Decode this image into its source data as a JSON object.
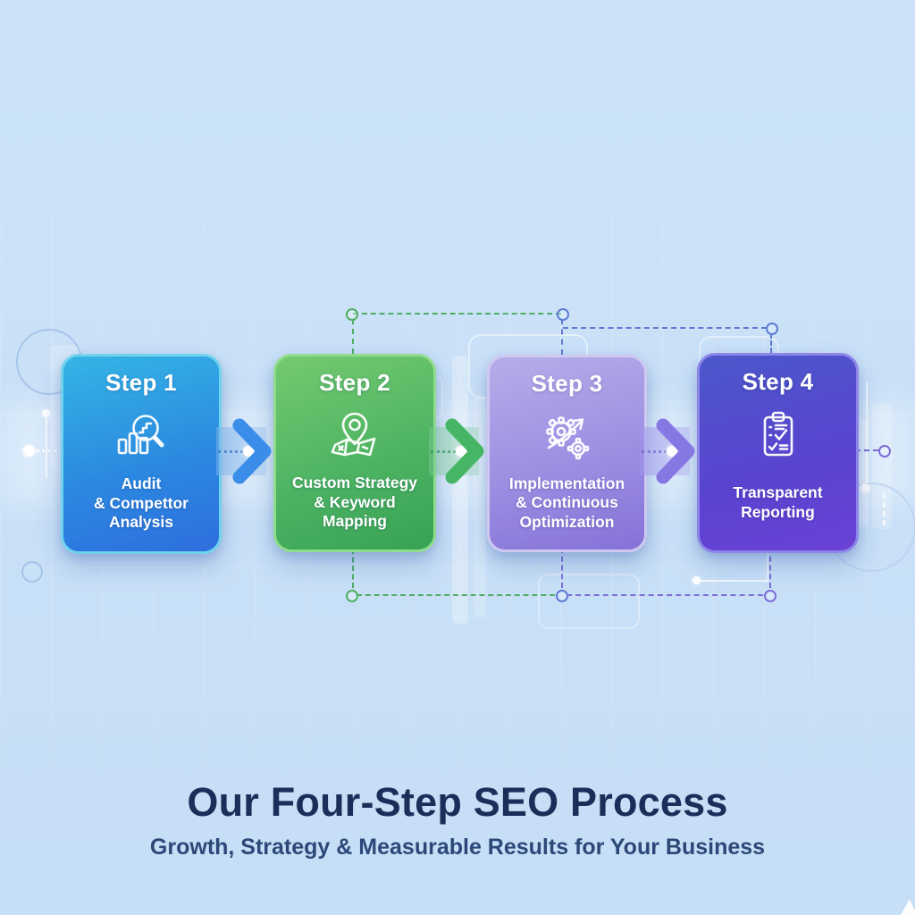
{
  "page": {
    "background_color": "#c9e0f7",
    "heading": "Our Four-Step SEO Process",
    "subheading": "Growth, Strategy & Measurable Results for Your Business",
    "heading_color": "#1b2e5a",
    "subheading_color": "#2b4878"
  },
  "steps": [
    {
      "label": "Step 1",
      "description": "Audit\n& Compettor\nAnalysis",
      "icon": "magnifier-bar-chart-icon",
      "card_color_top": "#35b4e5",
      "card_color_bottom": "#2f6ede",
      "border_color": "#6fd3ee"
    },
    {
      "label": "Step 2",
      "description": "Custom Strategy\n& Keyword\nMapping",
      "icon": "map-pin-icon",
      "card_color_top": "#74ca70",
      "card_color_bottom": "#37a254",
      "border_color": "#90dc8d"
    },
    {
      "label": "Step 3",
      "description": "Implementation\n& Continuous\nOptimization",
      "icon": "gears-growth-arrow-icon",
      "card_color_top": "#b5ade9",
      "card_color_bottom": "#8672d8",
      "border_color": "#cfc9f2"
    },
    {
      "label": "Step 4",
      "description": "Transparent\nReporting",
      "icon": "report-clipboard-icon",
      "card_color_top": "#4b57ca",
      "card_color_bottom": "#6b42d6",
      "border_color": "#8d86e8"
    }
  ],
  "connectors": {
    "arrow_colors": [
      "#3a8de8",
      "#46b565",
      "#8678e2"
    ],
    "dashed_line_colors": {
      "green": "#4fae63",
      "blue": "#5d7bd5",
      "purple": "#7f6cd8"
    }
  }
}
